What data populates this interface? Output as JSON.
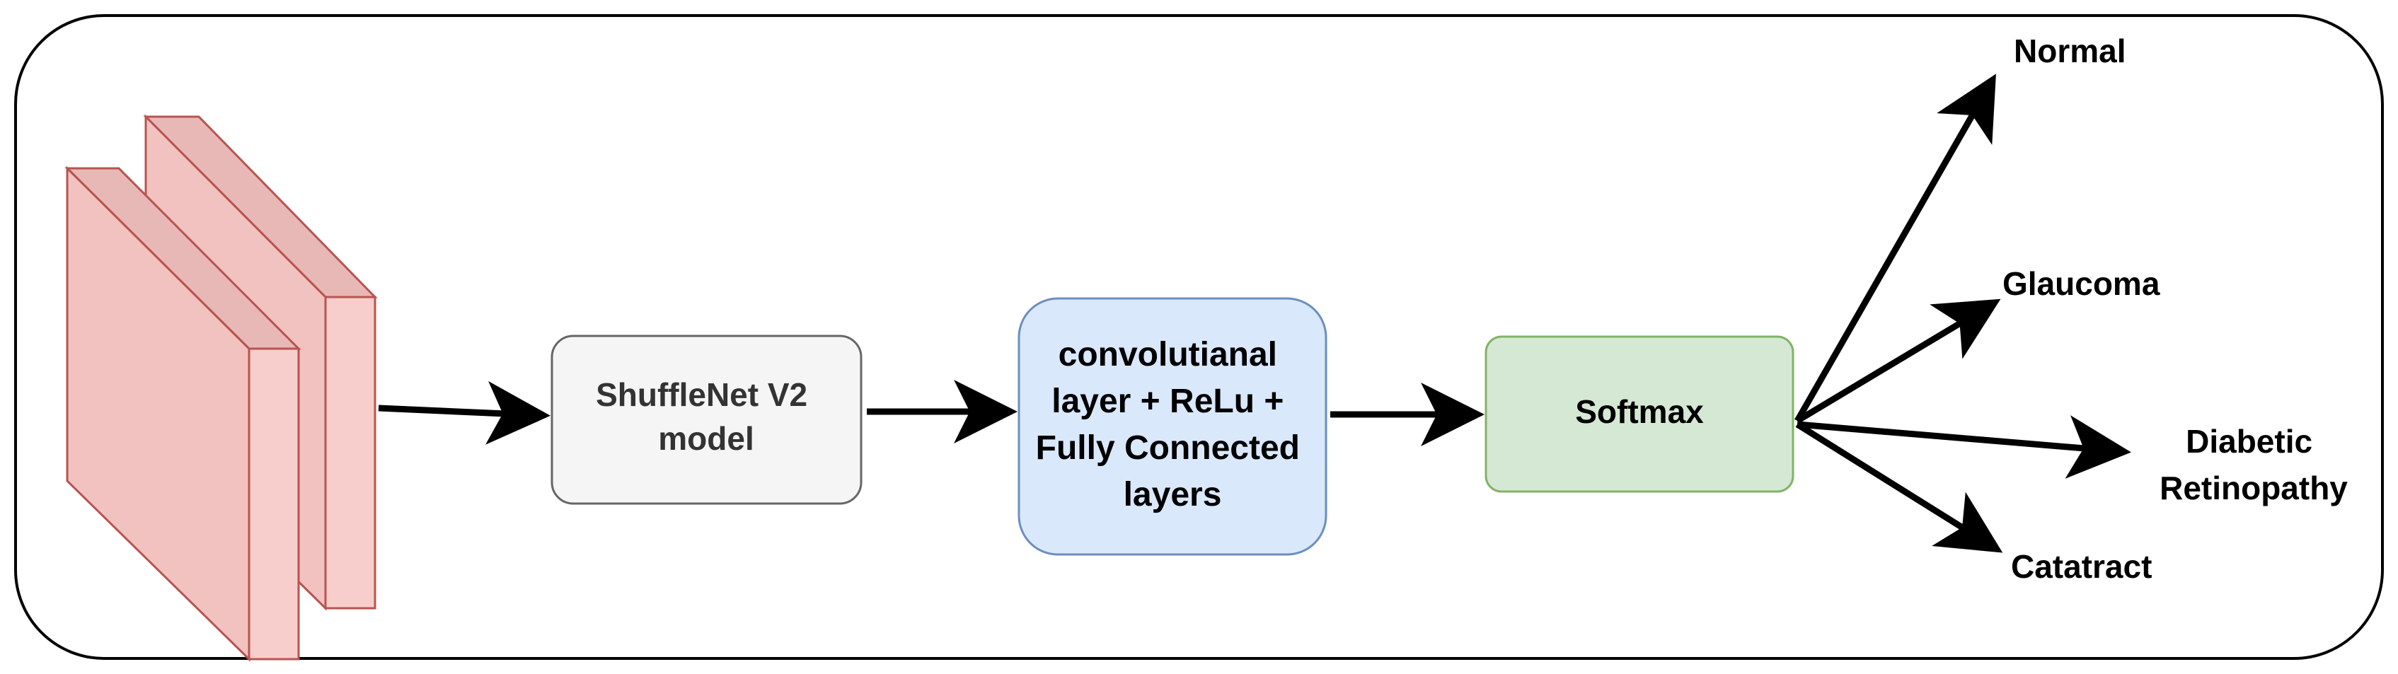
{
  "diagram": {
    "nodes": {
      "shufflenet": {
        "lines": [
          "ShuffleNet V2",
          "model"
        ]
      },
      "conv": {
        "lines": [
          "convolutianal",
          "layer + ReLu +",
          "Fully Connected",
          "layers"
        ]
      },
      "softmax": {
        "lines": [
          "Softmax"
        ]
      }
    },
    "outputs": {
      "normal": "Normal",
      "glaucoma": "Glaucoma",
      "diabetic": [
        "Diabetic",
        "Retinopathy"
      ],
      "cataract": "Catatract"
    },
    "colors": {
      "frame": "#000000",
      "image_fill": "#f8cecc",
      "image_stroke": "#b85450",
      "shufflenet_fill": "#f5f5f5",
      "shufflenet_stroke": "#666666",
      "shufflenet_text": "#333333",
      "conv_fill": "#dae8fc",
      "conv_stroke": "#6c8ebf",
      "softmax_fill": "#d5e8d4",
      "softmax_stroke": "#82b366",
      "arrow": "#000000"
    }
  }
}
